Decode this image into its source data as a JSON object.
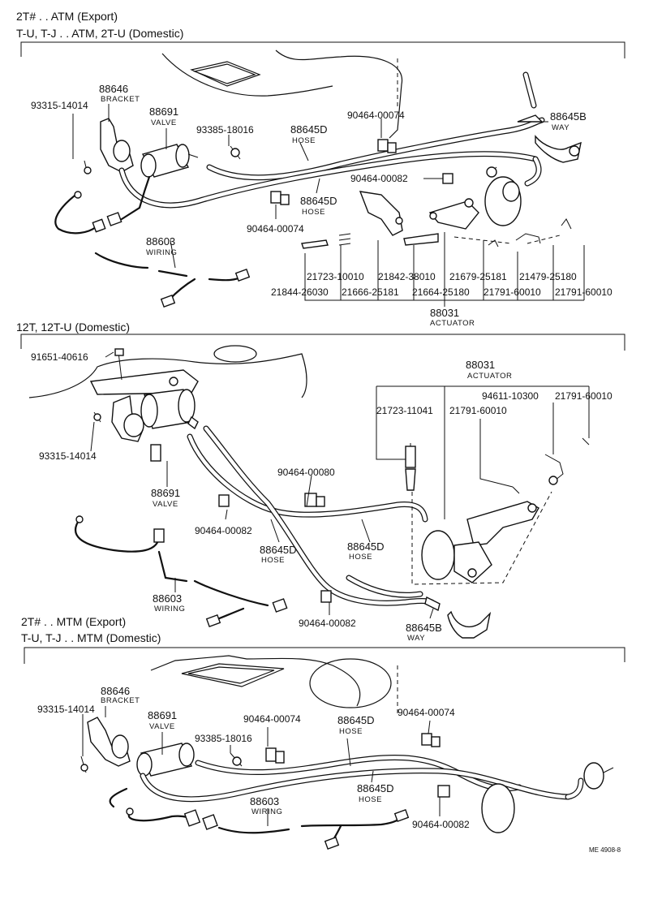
{
  "sections": [
    {
      "title_line1": "2T# . . ATM (Export)",
      "title_line2": "T-U, T-J . . ATM, 2T-U (Domestic)",
      "labels": {
        "p88646": "88646",
        "p88646_name": "BRACKET",
        "p93315": "93315-14014",
        "p88691": "88691",
        "p88691_name": "VALVE",
        "p93385": "93385-18016",
        "p88645d_a": "88645D",
        "p88645d_a_name": "HOSE",
        "p90464_00074_a": "90464-00074",
        "p88645b": "88645B",
        "p88645b_name": "WAY",
        "p90464_00082": "90464-00082",
        "p88645d_b": "88645D",
        "p88645d_b_name": "HOSE",
        "p90464_00074_b": "90464-00074",
        "p88603": "88603",
        "p88603_name": "WIRING",
        "p21723": "21723-10010",
        "p21842": "21842-38010",
        "p21679": "21679-25181",
        "p21479": "21479-25180",
        "p21844": "21844-26030",
        "p21666": "21666-25181",
        "p21664": "21664-25180",
        "p21791_a": "21791-60010",
        "p21791_b": "21791-60010",
        "p88031": "88031",
        "p88031_name": "ACTUATOR"
      }
    },
    {
      "title_line1": "12T, 12T-U (Domestic)",
      "labels": {
        "p91651": "91651-40616",
        "p88031": "88031",
        "p88031_name": "ACTUATOR",
        "p21723": "21723-11041",
        "p94611": "94611-10300",
        "p21791_a": "21791-60010",
        "p21791_b": "21791-60010",
        "p93315": "93315-14014",
        "p90464_00080": "90464-00080",
        "p88691": "88691",
        "p88691_name": "VALVE",
        "p90464_00082_a": "90464-00082",
        "p88645d_a": "88645D",
        "p88645d_a_name": "HOSE",
        "p88645d_b": "88645D",
        "p88645d_b_name": "HOSE",
        "p88603": "88603",
        "p88603_name": "WIRING",
        "p90464_00082_b": "90464-00082",
        "p88645b": "88645B",
        "p88645b_name": "WAY"
      }
    },
    {
      "title_line1": "2T# . . MTM (Export)",
      "title_line2": "T-U, T-J . . MTM (Domestic)",
      "labels": {
        "p88646": "88646",
        "p88646_name": "BRACKET",
        "p93315": "93315-14014",
        "p88691": "88691",
        "p88691_name": "VALVE",
        "p93385": "93385-18016",
        "p90464_00074_a": "90464-00074",
        "p88645d_a": "88645D",
        "p88645d_a_name": "HOSE",
        "p90464_00074_b": "90464-00074",
        "p88603": "88603",
        "p88603_name": "WIRING",
        "p88645d_b": "88645D",
        "p88645d_b_name": "HOSE",
        "p90464_00082": "90464-00082"
      }
    }
  ],
  "footer_code": "ME 4908-8"
}
